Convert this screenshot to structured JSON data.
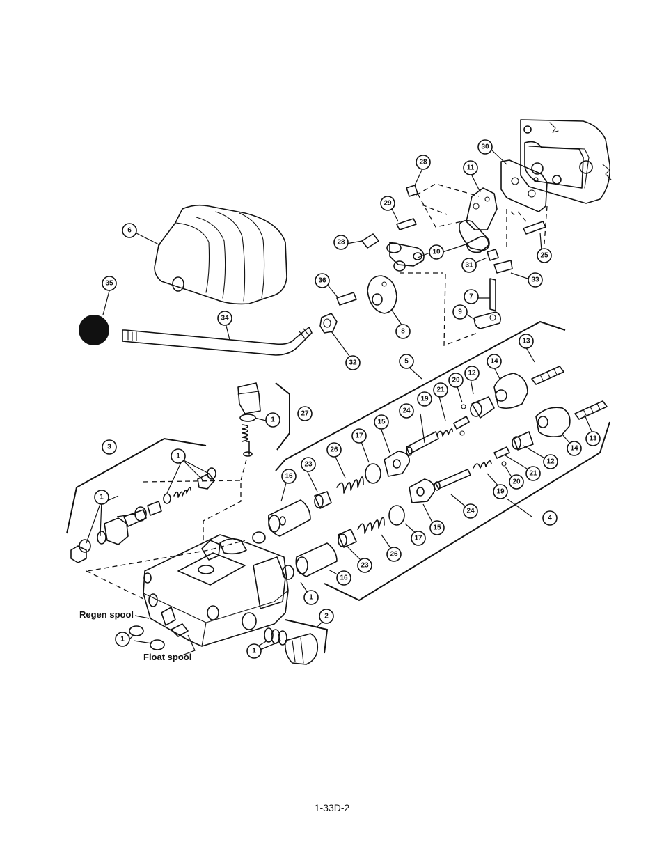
{
  "labels": {
    "regen_spool": "Regen spool",
    "float_spool": "Float spool"
  },
  "page_number": "1-33D-2",
  "callouts": [
    {
      "id": "c30",
      "text": "30"
    },
    {
      "id": "c28a",
      "text": "28"
    },
    {
      "id": "c11",
      "text": "11"
    },
    {
      "id": "c29",
      "text": "29"
    },
    {
      "id": "c6",
      "text": "6"
    },
    {
      "id": "c28b",
      "text": "28"
    },
    {
      "id": "c10",
      "text": "10"
    },
    {
      "id": "c25",
      "text": "25"
    },
    {
      "id": "c31",
      "text": "31"
    },
    {
      "id": "c33",
      "text": "33"
    },
    {
      "id": "c35",
      "text": "35"
    },
    {
      "id": "c36",
      "text": "36"
    },
    {
      "id": "c7",
      "text": "7"
    },
    {
      "id": "c9",
      "text": "9"
    },
    {
      "id": "c34",
      "text": "34"
    },
    {
      "id": "c8",
      "text": "8"
    },
    {
      "id": "c32",
      "text": "32"
    },
    {
      "id": "c13a",
      "text": "13"
    },
    {
      "id": "c5",
      "text": "5"
    },
    {
      "id": "c14a",
      "text": "14"
    },
    {
      "id": "c20a",
      "text": "20"
    },
    {
      "id": "c12a",
      "text": "12"
    },
    {
      "id": "c21a",
      "text": "21"
    },
    {
      "id": "c1a",
      "text": "1"
    },
    {
      "id": "c27",
      "text": "27"
    },
    {
      "id": "c19a",
      "text": "19"
    },
    {
      "id": "c24a",
      "text": "24"
    },
    {
      "id": "c15a",
      "text": "15"
    },
    {
      "id": "c17a",
      "text": "17"
    },
    {
      "id": "c26a",
      "text": "26"
    },
    {
      "id": "c13b",
      "text": "13"
    },
    {
      "id": "c14b",
      "text": "14"
    },
    {
      "id": "c12b",
      "text": "12"
    },
    {
      "id": "c21b",
      "text": "21"
    },
    {
      "id": "c3",
      "text": "3"
    },
    {
      "id": "c1b",
      "text": "1"
    },
    {
      "id": "c23a",
      "text": "23"
    },
    {
      "id": "c16a",
      "text": "16"
    },
    {
      "id": "c1c",
      "text": "1"
    },
    {
      "id": "c20b",
      "text": "20"
    },
    {
      "id": "c19b",
      "text": "19"
    },
    {
      "id": "c24b",
      "text": "24"
    },
    {
      "id": "c4",
      "text": "4"
    },
    {
      "id": "c15b",
      "text": "15"
    },
    {
      "id": "c17b",
      "text": "17"
    },
    {
      "id": "c26b",
      "text": "26"
    },
    {
      "id": "c23b",
      "text": "23"
    },
    {
      "id": "c16b",
      "text": "16"
    },
    {
      "id": "c1d",
      "text": "1"
    },
    {
      "id": "c2",
      "text": "2"
    },
    {
      "id": "c1e",
      "text": "1"
    },
    {
      "id": "c1f",
      "text": "1"
    }
  ]
}
